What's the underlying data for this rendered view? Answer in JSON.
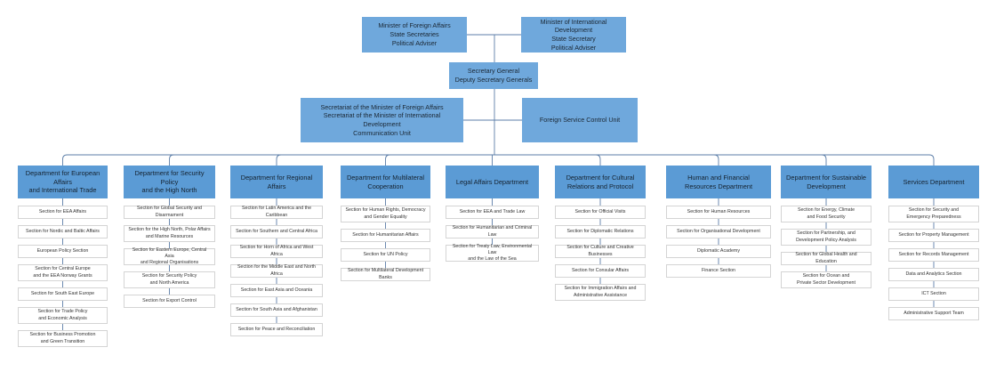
{
  "chart": {
    "title": "Ministry of Foreign Affairs organisational chart",
    "colors": {
      "executive_fill": "#6FA8DC",
      "department_fill": "#5B9BD5",
      "section_fill": "#FFFFFF",
      "section_border": "#D4D4D4",
      "connector": "#5C7EA8",
      "text_dark": "#1A1A1A"
    }
  },
  "executive": {
    "minister_foreign_affairs": {
      "lines": [
        "Minister of Foreign Affairs",
        "State Secretaries",
        "Political Adviser"
      ]
    },
    "minister_international_development": {
      "lines": [
        "Minister of International Development",
        "State Secretary",
        "Political Adviser"
      ]
    },
    "secretary_general": {
      "lines": [
        "Secretary General",
        "Deputy Secretary Generals"
      ]
    },
    "secretariat": {
      "lines": [
        "Secretariat of the Minister of Foreign Affairs",
        "Secretariat of the Minister of International Development",
        "Communication Unit"
      ]
    },
    "foreign_service_control_unit": {
      "lines": [
        "Foreign Service Control Unit"
      ]
    }
  },
  "departments": [
    {
      "name": "department-european-affairs",
      "lines": [
        "Department for European Affairs",
        "and International Trade"
      ],
      "sections": [
        {
          "lines": [
            "Section for EEA Affairs"
          ]
        },
        {
          "lines": [
            "Section for Nordic and Baltic Affairs"
          ]
        },
        {
          "lines": [
            "European Policy Section"
          ]
        },
        {
          "lines": [
            "Section for Central Europe",
            "and the EEA Norway Grants"
          ]
        },
        {
          "lines": [
            "Section for South East Europe"
          ]
        },
        {
          "lines": [
            "Section for Trade Policy",
            "and Economic Analysis"
          ]
        },
        {
          "lines": [
            "Section for Business Promotion",
            "and Green Transition"
          ]
        }
      ]
    },
    {
      "name": "department-security-policy",
      "lines": [
        "Department for Security Policy",
        "and the High North"
      ],
      "sections": [
        {
          "lines": [
            "Section for Global Security and Disarmament"
          ]
        },
        {
          "lines": [
            "Section for the High North, Polar Affairs",
            "and Marine Resources"
          ]
        },
        {
          "lines": [
            "Section for Eastern Europe, Central Asia",
            "and Regional Organisations"
          ]
        },
        {
          "lines": [
            "Section for Security Policy",
            "and North America"
          ]
        },
        {
          "lines": [
            "Section for Export Control"
          ]
        }
      ]
    },
    {
      "name": "department-regional-affairs",
      "lines": [
        "Department for Regional Affairs"
      ],
      "sections": [
        {
          "lines": [
            "Section for Latin America and the Caribbean"
          ]
        },
        {
          "lines": [
            "Section for Southern and Central Africa"
          ]
        },
        {
          "lines": [
            "Section for Horn of Africa and West Africa"
          ]
        },
        {
          "lines": [
            "Section for the Middle East and North Africa"
          ]
        },
        {
          "lines": [
            "Section for East Asia and Oceania"
          ]
        },
        {
          "lines": [
            "Section for South Asia and Afghanistan"
          ]
        },
        {
          "lines": [
            "Section for Peace and Reconciliation"
          ]
        }
      ]
    },
    {
      "name": "department-multilateral-cooperation",
      "lines": [
        "Department for Multilateral",
        "Cooperation"
      ],
      "sections": [
        {
          "lines": [
            "Section for Human Rights, Democracy",
            "and Gender Equality"
          ]
        },
        {
          "lines": [
            "Section for Humanitarian Affairs"
          ]
        },
        {
          "lines": [
            "Section for UN Policy"
          ]
        },
        {
          "lines": [
            "Section for Multilateral Development Banks"
          ]
        }
      ]
    },
    {
      "name": "legal-affairs-department",
      "lines": [
        "Legal Affairs Department"
      ],
      "sections": [
        {
          "lines": [
            "Section for EEA and Trade Law"
          ]
        },
        {
          "lines": [
            "Section for Humanitarian and Criminal Law"
          ]
        },
        {
          "lines": [
            "Section for Treaty Law, Environmental Law",
            "and the Law of the Sea"
          ]
        }
      ]
    },
    {
      "name": "department-cultural-relations",
      "lines": [
        "Department for Cultural",
        "Relations and Protocol"
      ],
      "sections": [
        {
          "lines": [
            "Section for Official Visits"
          ]
        },
        {
          "lines": [
            "Section for Diplomatic Relations"
          ]
        },
        {
          "lines": [
            "Section for Culture and Creative Businesses"
          ]
        },
        {
          "lines": [
            "Section for Consular Affairs"
          ]
        },
        {
          "lines": [
            "Section for Immigration Affairs and",
            "Administrative Assistance"
          ]
        }
      ]
    },
    {
      "name": "human-financial-resources-department",
      "lines": [
        "Human and Financial",
        "Resources Department"
      ],
      "sections": [
        {
          "lines": [
            "Section for Human Resources"
          ]
        },
        {
          "lines": [
            "Section for Organisational Development"
          ]
        },
        {
          "lines": [
            "Diplomatic Academy"
          ]
        },
        {
          "lines": [
            "Finance Section"
          ]
        }
      ]
    },
    {
      "name": "department-sustainable-development",
      "lines": [
        "Department for Sustainable",
        "Development"
      ],
      "sections": [
        {
          "lines": [
            "Section for Energy, Climate",
            "and Food Security"
          ]
        },
        {
          "lines": [
            "Section for Partnership, and",
            "Development Policy Analysis"
          ]
        },
        {
          "lines": [
            "Section for Global Health and Education"
          ]
        },
        {
          "lines": [
            "Section for Ocean and",
            "Private Sector Development"
          ]
        }
      ]
    },
    {
      "name": "services-department",
      "lines": [
        "Services Department"
      ],
      "sections": [
        {
          "lines": [
            "Section for Security and",
            "Emergency Preparedness"
          ]
        },
        {
          "lines": [
            "Section for Property Management"
          ]
        },
        {
          "lines": [
            "Section for Records Management"
          ]
        },
        {
          "lines": [
            "Data and Analytics Section"
          ]
        },
        {
          "lines": [
            "ICT Section"
          ]
        },
        {
          "lines": [
            "Administrative Support Team"
          ]
        }
      ]
    }
  ]
}
